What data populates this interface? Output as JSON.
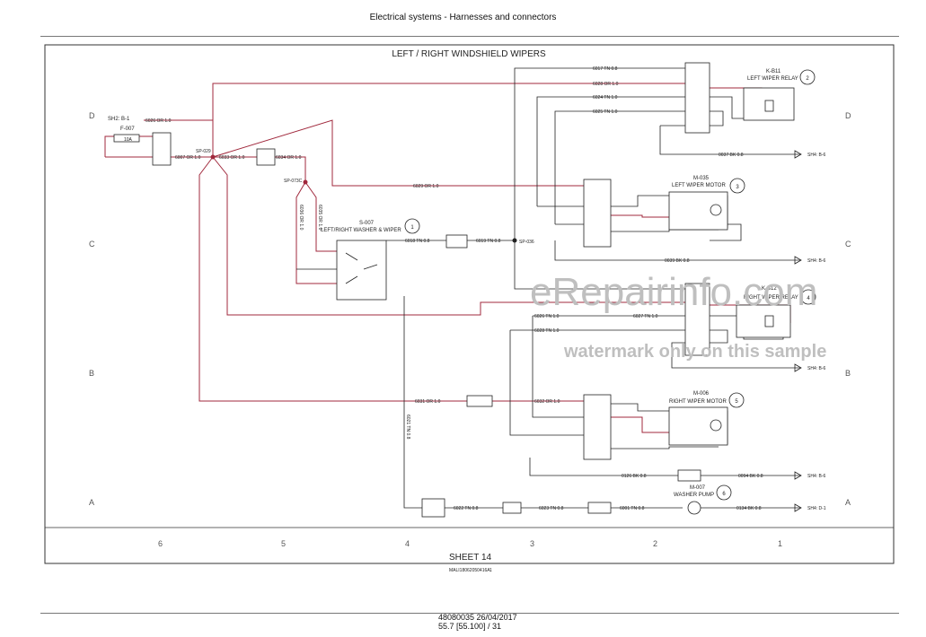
{
  "header": {
    "title": "Electrical systems - Harnesses and connectors"
  },
  "diagram": {
    "title": "LEFT / RIGHT WINDSHIELD WIPERS",
    "sheet": "SHEET 14",
    "doc_ref": "MALI18062050416A",
    "doc_ref_page": "1",
    "columns": [
      "6",
      "5",
      "4",
      "3",
      "2",
      "1"
    ],
    "rows": [
      "D",
      "C",
      "B",
      "A"
    ],
    "components": {
      "kb1": {
        "id": "K-B11",
        "name": "LEFT WIPER RELAY",
        "num": "2"
      },
      "m035": {
        "id": "M-035",
        "name": "LEFT WIPER MOTOR",
        "num": "3"
      },
      "s007": {
        "id": "S-007",
        "name": "LEFT/RIGHT WASHER & WIPER",
        "num": "1"
      },
      "kb2": {
        "id": "K-B12",
        "name": "RIGHT WIPER RELAY",
        "num": "4"
      },
      "m006": {
        "id": "M-006",
        "name": "RIGHT WIPER MOTOR",
        "num": "5"
      },
      "m007": {
        "id": "M-007",
        "name": "WASHER PUMP",
        "num": "6"
      },
      "f007": {
        "id": "F-007",
        "rating": "10A"
      }
    },
    "wires": {
      "w6017": "6017 TN 0.8",
      "w6028": "6028 OR 1.0",
      "w6024": "6024 TN 1.0",
      "w6025": "6025 TN 1.0",
      "w6026": "6026 OR 1.0",
      "w0037": "0037 BK 0.8",
      "w6007": "6007 OR 1.0",
      "w6033": "6033 OR 1.0",
      "w6034": "6034 OR 1.0",
      "w6029": "6029 OR 1.0",
      "w6018": "6018 TN 0.8",
      "w6019": "6019 TN 0.8",
      "w0039": "0039 BK 0.8",
      "w6026tn": "6026 TN 1.0",
      "w6027": "6027 TN 1.0",
      "w6028tn": "6028 TN 1.0",
      "w6031": "6031 OR 1.0",
      "w6032": "6032 OR 1.0",
      "w0126": "0126 BK 0.8",
      "w0094": "0094 BK 0.8",
      "w6022": "6022 TN 0.8",
      "w6023": "6023 TN 0.8",
      "w6001": "6001 TN 0.8",
      "w0134": "0134 BK 0.8",
      "w6035": "6035 OR 1.0",
      "w6036": "6036 OR 1.0",
      "w6021": "6021 TN 0.8"
    },
    "refs": {
      "sh2": "SH2: B-1",
      "sh4a": "SH4: B-6",
      "sh4b": "SH4: B-6",
      "sh4c": "SH4: B-6",
      "sh4d": "SH4: B-6",
      "sh4e": "SH4: D-1"
    },
    "nodes": {
      "sp029": "SP-029",
      "sp073c": "SP-073C",
      "sp036": "SP-036"
    }
  },
  "watermark": {
    "line1": "eRepairinfo.com",
    "line2": "watermark only on this sample"
  },
  "footer": {
    "line1": "48080035 26/04/2017",
    "line2": "55.7 [55.100] / 31"
  }
}
